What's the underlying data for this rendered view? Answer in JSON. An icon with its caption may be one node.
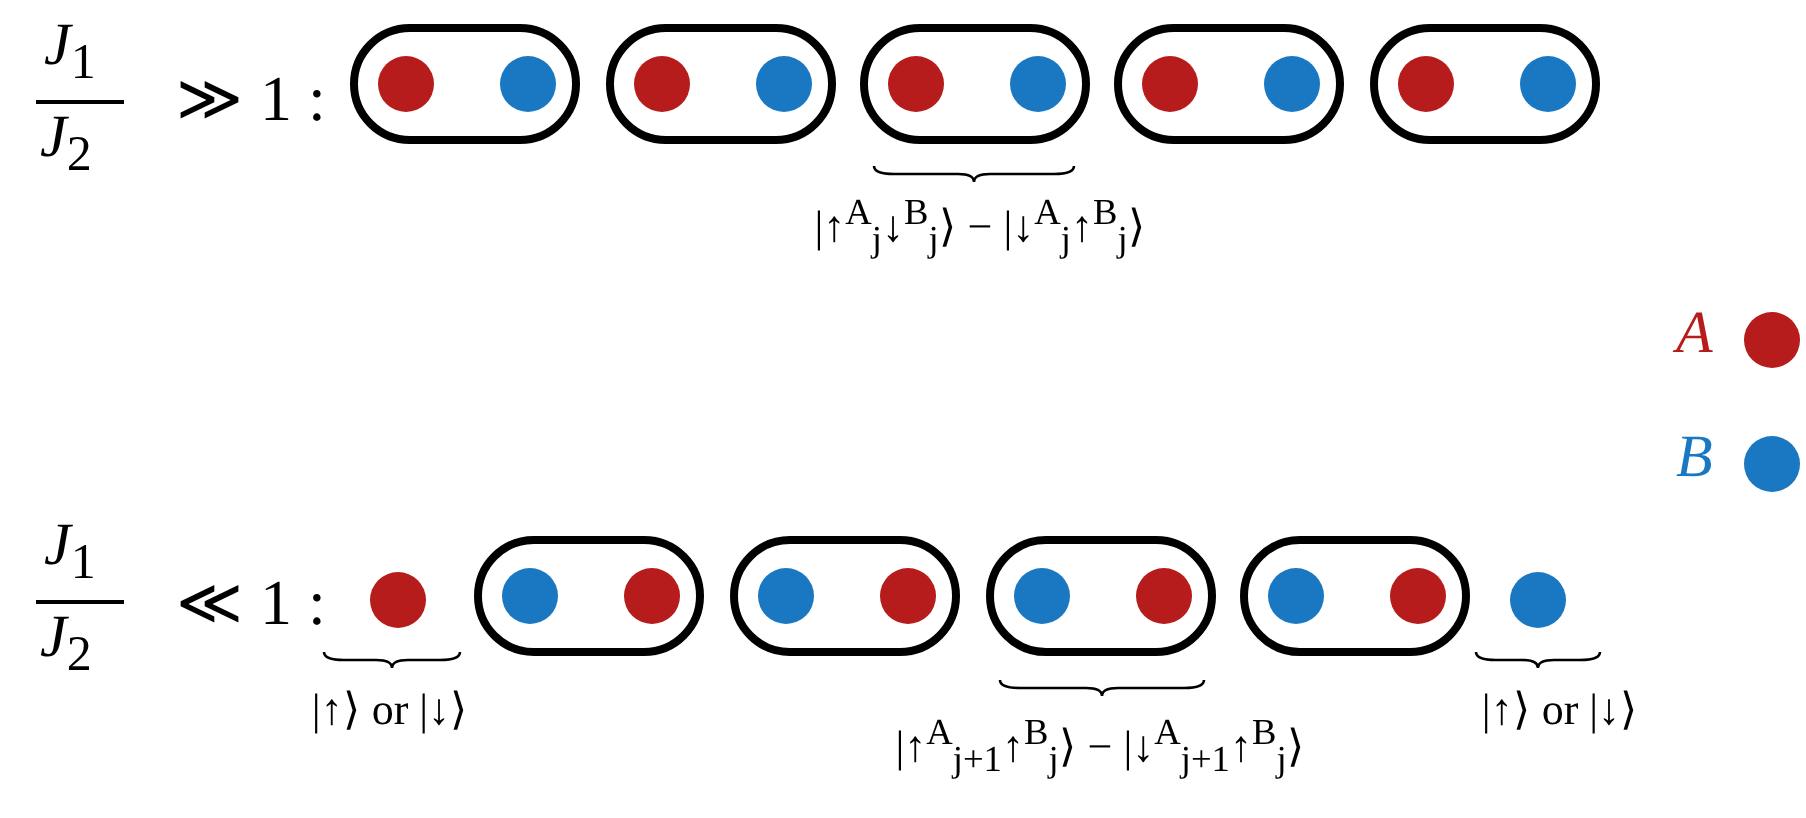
{
  "diagram": {
    "nodes": [
      {
        "text": [],
        "shape": "box"
      },
      {
        "text": [],
        "shape": "circle",
        "in": 0
      },
      {
        "text": [],
        "shape": "circle",
        "in": 0
      },
      {
        "text": [],
        "shape": "box"
      },
      {
        "text": [],
        "shape": "circle",
        "in": 3
      },
      {
        "text": [],
        "shape": "circle",
        "in": 3
      },
      {
        "text": [],
        "shape": "box"
      },
      {
        "text": [],
        "shape": "circle",
        "in": 6
      },
      {
        "text": [],
        "shape": "circle",
        "in": 6
      },
      {
        "text": [],
        "shape": "box"
      },
      {
        "text": [],
        "shape": "circle",
        "in": 9
      },
      {
        "text": [],
        "shape": "circle",
        "in": 9
      },
      {
        "text": [],
        "shape": "box"
      },
      {
        "text": [],
        "shape": "circle",
        "in": 12
      },
      {
        "text": [],
        "shape": "circle",
        "in": 12
      },
      {
        "text": [],
        "shape": "circle"
      },
      {
        "text": [],
        "shape": "box"
      },
      {
        "text": [],
        "shape": "circle",
        "in": 16
      },
      {
        "text": [],
        "shape": "circle",
        "in": 16
      },
      {
        "text": [],
        "shape": "box"
      },
      {
        "text": [],
        "shape": "circle",
        "in": 19
      },
      {
        "text": [],
        "shape": "circle",
        "in": 19
      },
      {
        "text": [],
        "shape": "box"
      },
      {
        "text": [],
        "shape": "circle",
        "in": 22
      },
      {
        "text": [],
        "shape": "circle",
        "in": 22
      },
      {
        "text": [],
        "shape": "box"
      },
      {
        "text": [],
        "shape": "circle",
        "in": 25
      },
      {
        "text": [],
        "shape": "circle",
        "in": 25
      },
      {
        "text": [],
        "shape": "circle"
      }
    ],
    "labels": [
      "*J*$_{1}$",
      "*J*$_{2}$",
      "≫ 1 :",
      "|↑$^{A}$$_{j}$↓$^{B}$$_{j}$⟩ − |↓$^{A}$$_{j}$↑$^{B}$$_{j}$⟩",
      "*J*$_{1}$",
      "*J*$_{2}$",
      "≪ 1 :",
      "|↑⟩ or |↓⟩",
      "|↑$^{A}$$_{j+1}$↑$^{B}$$_{j}$⟩ − |↓$^{A}$$_{j+1}$↑$^{B}$$_{j}$⟩",
      "|↑⟩ or |↓⟩"
    ],
    "legend": [
      {
        "text": "A",
        "color": "#b71c1c"
      },
      {
        "text": "B",
        "color": "#1a78c2"
      }
    ]
  }
}
